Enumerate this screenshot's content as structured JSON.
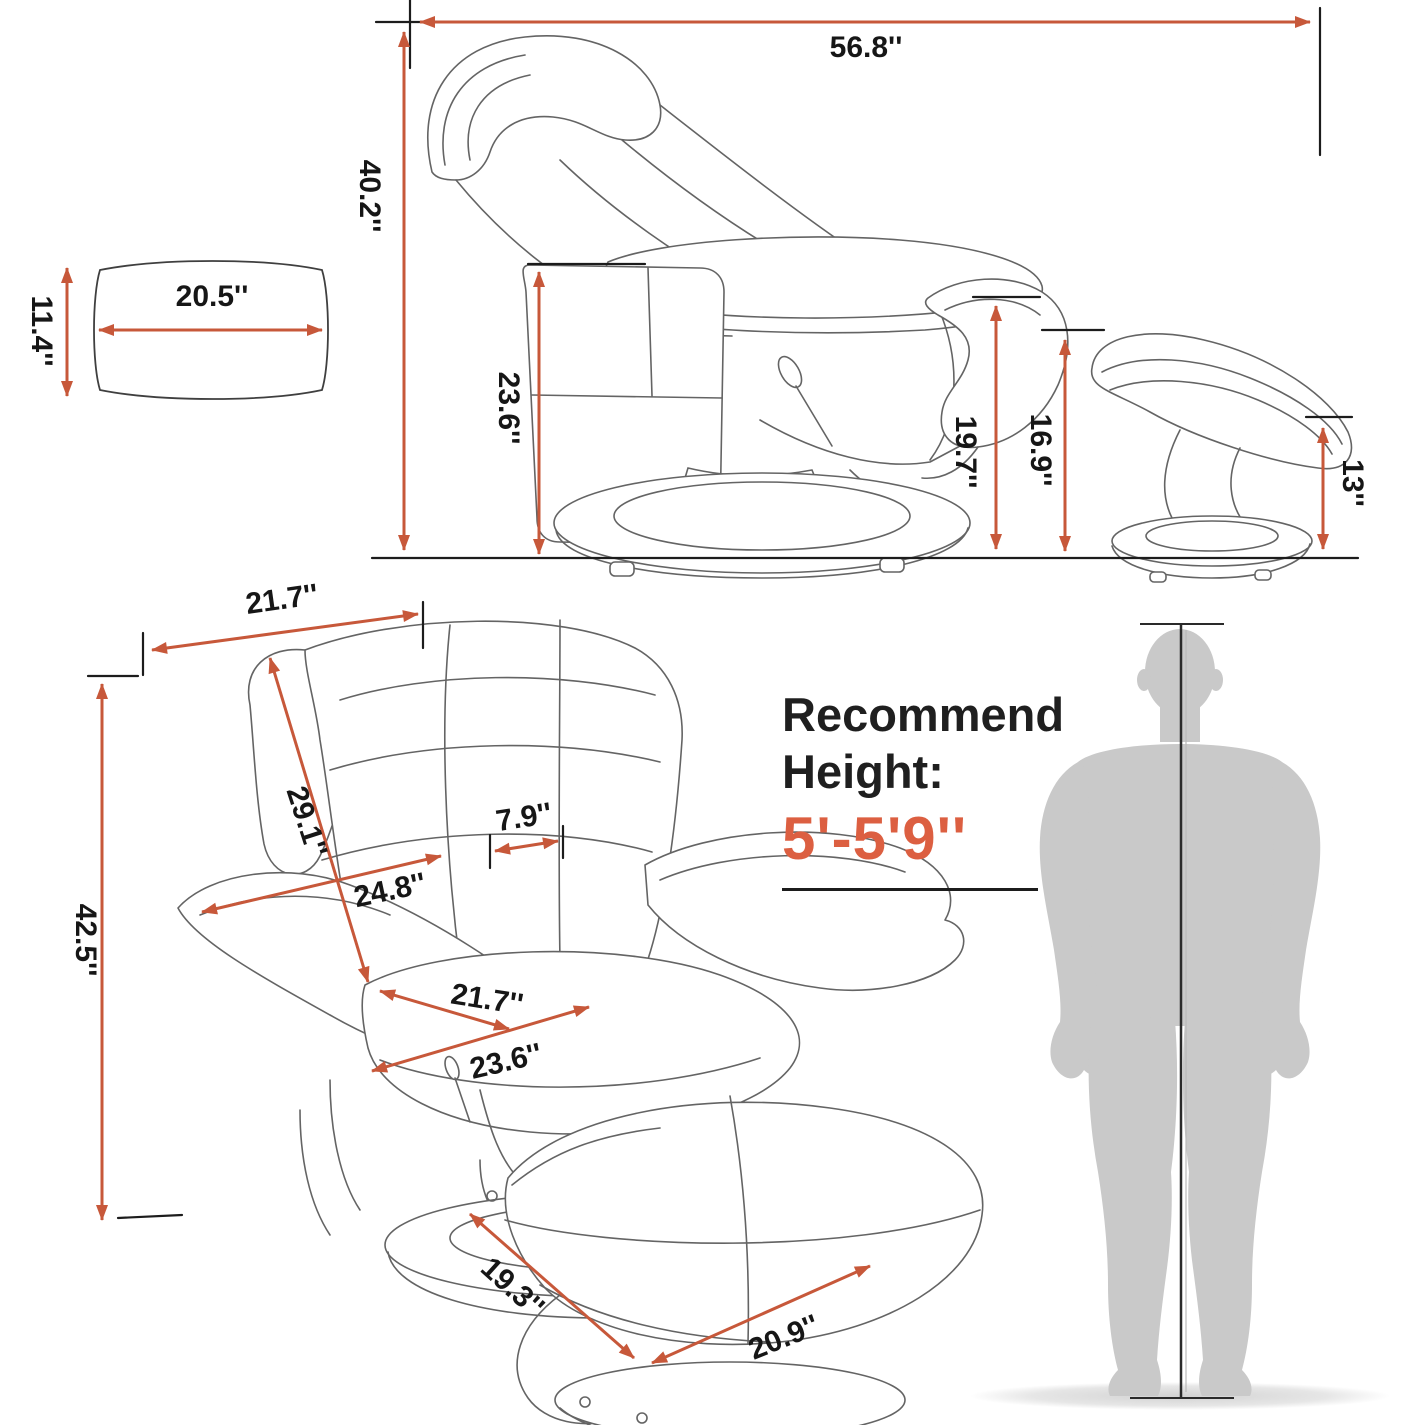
{
  "colors": {
    "dimension_arrow": "#c7583a",
    "accent_value": "#dc5f41",
    "line_art": "#646464",
    "tick_black": "#1c1c1c",
    "silhouette_gray": "#c9c9c9"
  },
  "side_view": {
    "overall_depth": "56.8''",
    "overall_height": "40.2''",
    "seat_back_height": "23.6''",
    "armrest_height": "19.7''",
    "ottoman_back_height": "16.9''",
    "ottoman_seat_height": "13''"
  },
  "tabletop": {
    "width": "20.5''",
    "depth": "11.4''"
  },
  "front_view": {
    "headrest_width": "21.7''",
    "overall_height": "42.5''",
    "backrest_length": "29.1''",
    "backrest_width": "24.8''",
    "armrest_width": "7.9''",
    "seat_width": "21.7''",
    "seat_depth": "23.6''"
  },
  "ottoman": {
    "width": "19.3''",
    "depth": "20.9''"
  },
  "recommendation": {
    "title_line1": "Recommend",
    "title_line2": "Height:",
    "value": "5'-5'9''"
  }
}
